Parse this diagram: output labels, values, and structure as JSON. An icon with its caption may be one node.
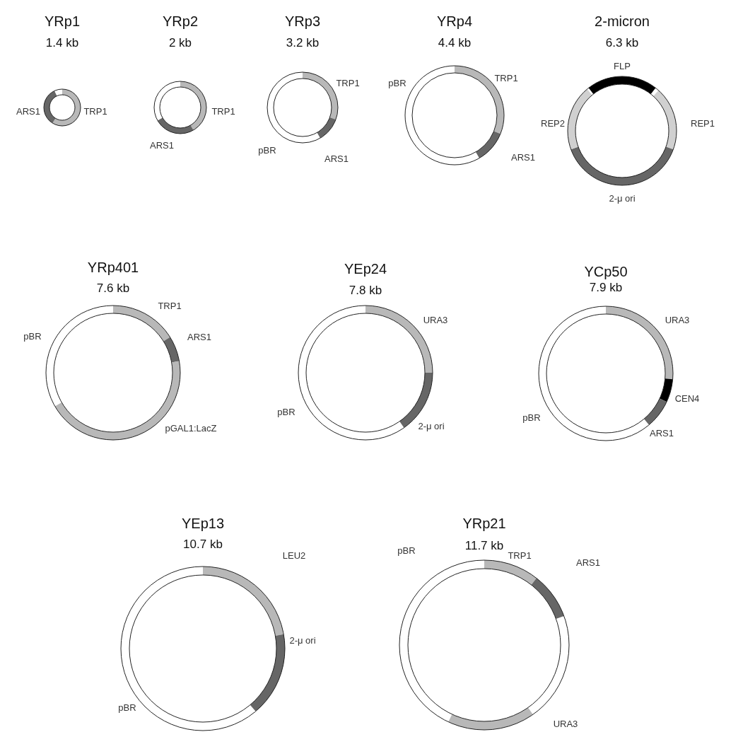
{
  "diagram": {
    "nodes": [
      {
        "text": [
          "YRp1",
          "1.4 kb"
        ],
        "beside": [
          "ARS1",
          "TRP1"
        ]
      },
      {
        "text": [
          "YRp2",
          "2 kb"
        ],
        "beside": [
          "TRP1",
          "ARS1"
        ]
      },
      {
        "text": [
          "YRp3",
          "3.2 kb"
        ],
        "beside": [
          "TRP1",
          "pBR",
          "ARS1"
        ]
      },
      {
        "text": [
          "YRp4",
          "4.4 kb"
        ],
        "beside": [
          "TRP1",
          "pBR",
          "ARS1"
        ]
      },
      {
        "text": [
          "2-micron",
          "6.3 kb"
        ],
        "beside": [
          "FLP",
          "REP2",
          "REP1",
          "2-μ ori"
        ]
      },
      {
        "text": [
          "YRp401",
          "7.6 kb"
        ],
        "beside": [
          "TRP1",
          "pBR",
          "ARS1",
          "pGAL1:LacZ"
        ]
      },
      {
        "text": [
          "YEp24",
          "7.8 kb"
        ],
        "beside": [
          "URA3",
          "pBR",
          "2-μ ori"
        ]
      },
      {
        "text": [
          "YCp50",
          "7.9 kb"
        ],
        "beside": [
          "URA3",
          "CEN4",
          "pBR",
          "ARS1"
        ]
      },
      {
        "text": [
          "YEp13",
          "10.7 kb"
        ],
        "beside": [
          "LEU2",
          "2-μ ori",
          "pBR"
        ]
      },
      {
        "text": [
          "YRp21",
          "11.7 kb"
        ],
        "beside": [
          "TRP1",
          "pBR",
          "ARS1",
          "URA3"
        ]
      }
    ]
  }
}
